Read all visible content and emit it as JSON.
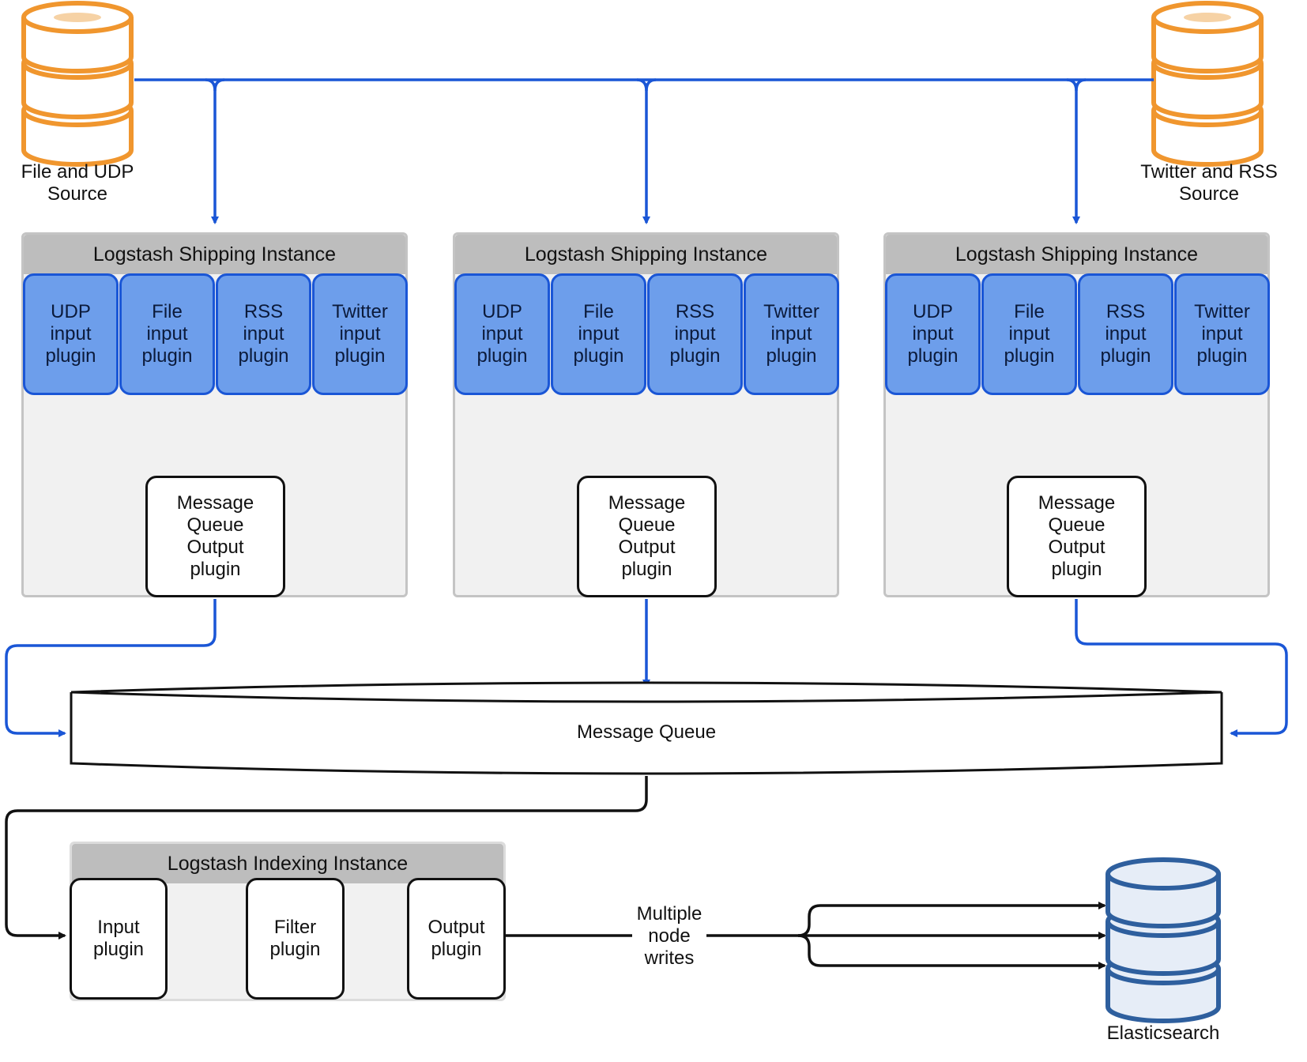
{
  "sources": {
    "left": {
      "label": "File and UDP\nSource",
      "color": "#f0962e"
    },
    "right": {
      "label": "Twitter and RSS\nSource",
      "color": "#f0962e"
    }
  },
  "shipping_instances": [
    {
      "title": "Logstash Shipping Instance",
      "plugins": [
        "UDP\ninput\nplugin",
        "File\ninput\nplugin",
        "RSS\ninput\nplugin",
        "Twitter\ninput\nplugin"
      ],
      "output": "Message\nQueue\nOutput\nplugin"
    },
    {
      "title": "Logstash Shipping Instance",
      "plugins": [
        "UDP\ninput\nplugin",
        "File\ninput\nplugin",
        "RSS\ninput\nplugin",
        "Twitter\ninput\nplugin"
      ],
      "output": "Message\nQueue\nOutput\nplugin"
    },
    {
      "title": "Logstash Shipping Instance",
      "plugins": [
        "UDP\ninput\nplugin",
        "File\ninput\nplugin",
        "RSS\ninput\nplugin",
        "Twitter\ninput\nplugin"
      ],
      "output": "Message\nQueue\nOutput\nplugin"
    }
  ],
  "message_queue": {
    "label": "Message Queue"
  },
  "indexing_instance": {
    "title": "Logstash Indexing Instance",
    "input": "Input\nplugin",
    "filter": "Filter\nplugin",
    "output": "Output\nplugin"
  },
  "writes_label": "Multiple\nnode\nwrites",
  "elasticsearch": {
    "label": "Elasticsearch",
    "color": "#2e5f9e"
  },
  "colors": {
    "blue_line": "#1a56d6",
    "black_line": "#111111",
    "plugin_fill": "#6d9eeb"
  }
}
